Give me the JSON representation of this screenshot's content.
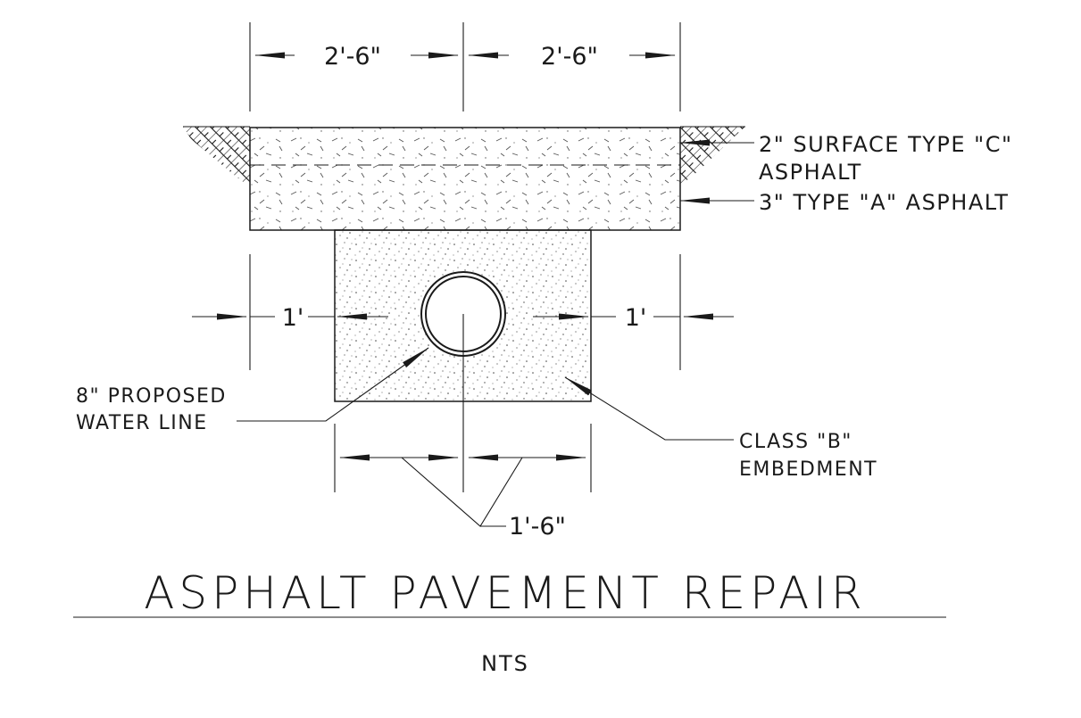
{
  "dimensions": {
    "top_left": "2'-6\"",
    "top_right": "2'-6\"",
    "side_left": "1'",
    "side_right": "1'",
    "bottom": "1'-6\""
  },
  "labels": {
    "surface_line1": "2\" SURFACE TYPE \"C\"",
    "surface_line2": "ASPHALT",
    "type_a": "3\" TYPE \"A\" ASPHALT",
    "water_line1": "8\" PROPOSED",
    "water_line2": "WATER LINE",
    "embedment_line1": "CLASS \"B\"",
    "embedment_line2": "EMBEDMENT"
  },
  "title": "ASPHALT PAVEMENT REPAIR",
  "subtitle": "NTS"
}
